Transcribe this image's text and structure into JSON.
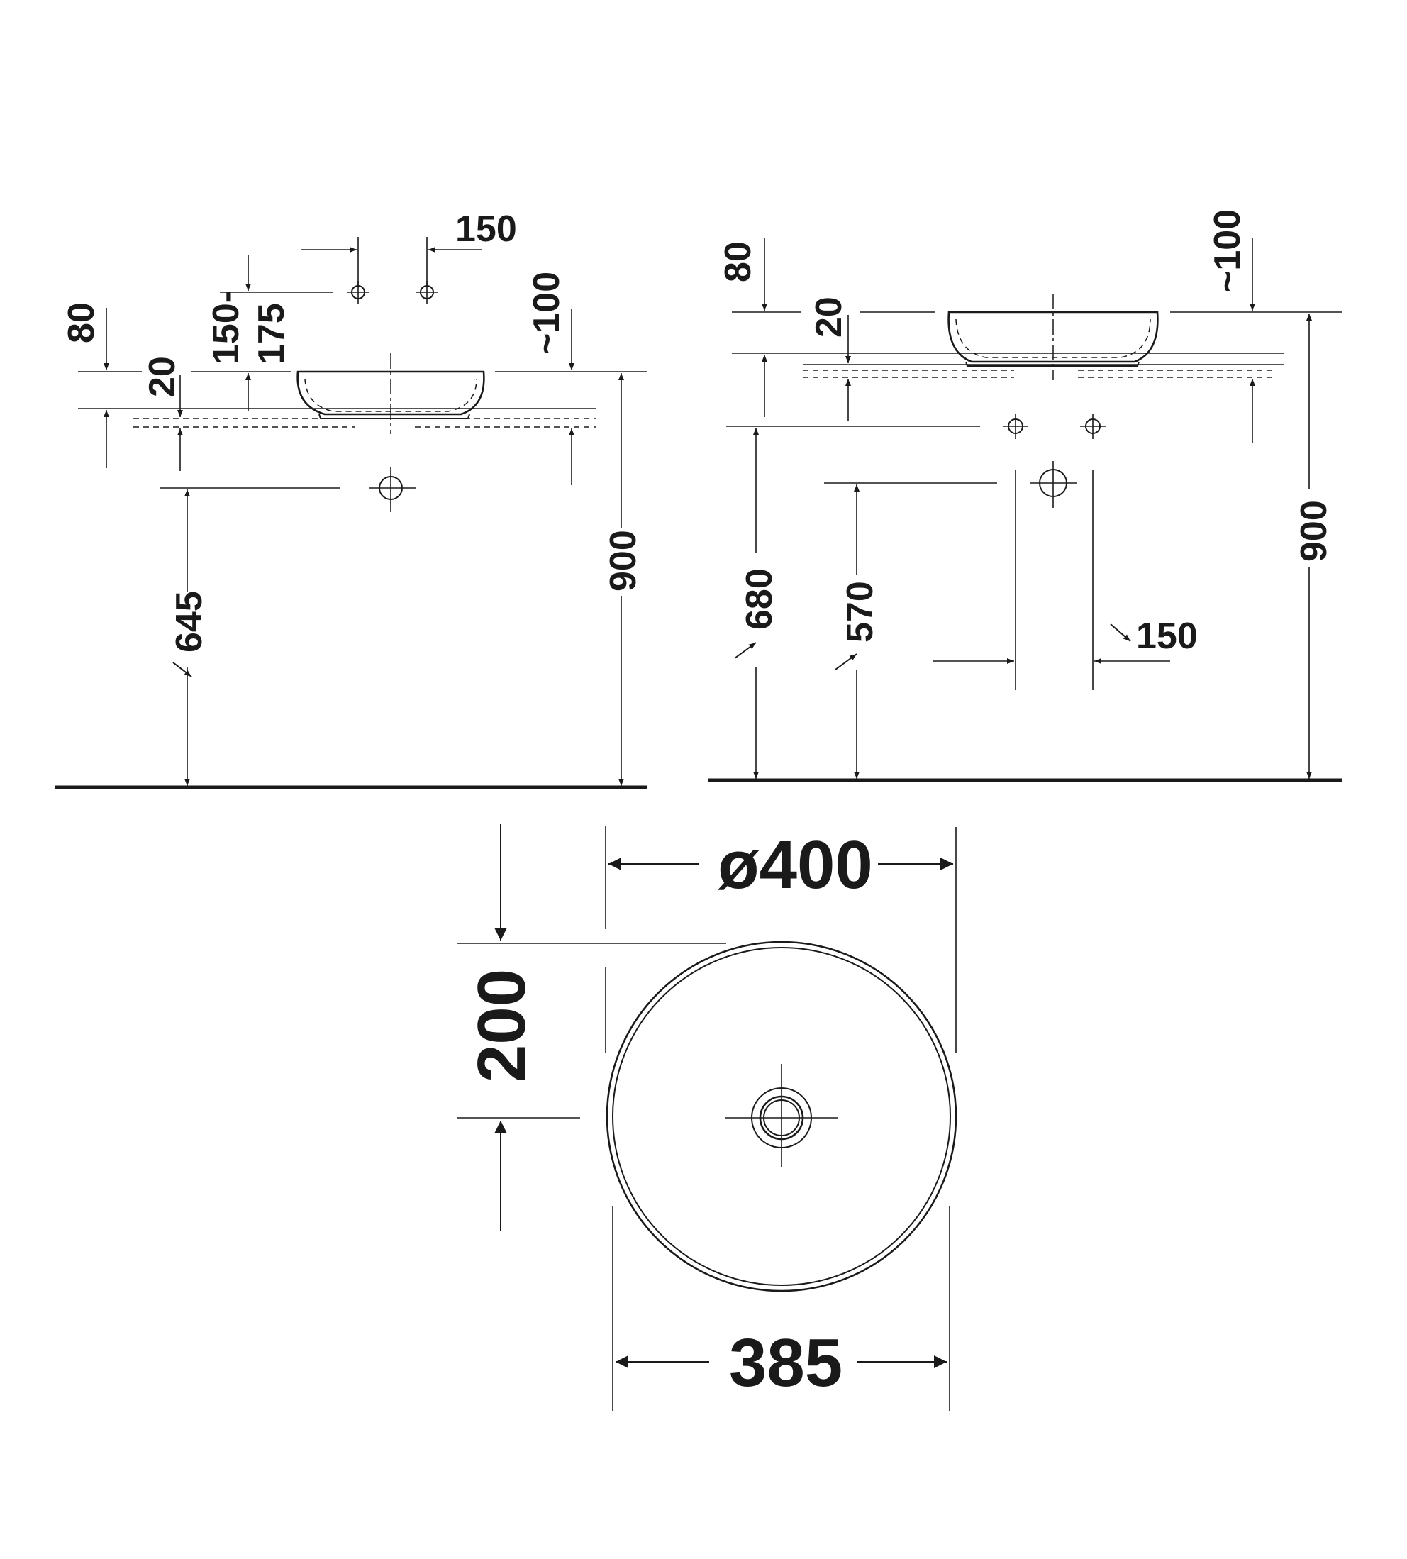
{
  "views": {
    "left_elevation": {
      "dim_80": "80",
      "dim_20": "20",
      "dim_150_175_top": "150-",
      "dim_150_175_bottom": "175",
      "dim_150": "150",
      "dim_100": "~100",
      "dim_645": "645",
      "dim_900": "900"
    },
    "right_elevation": {
      "dim_80": "80",
      "dim_20": "20",
      "dim_100": "~100",
      "dim_680": "680",
      "dim_570": "570",
      "dim_150": "150",
      "dim_900": "900"
    },
    "plan": {
      "dim_diameter": "ø400",
      "dim_200": "200",
      "dim_385": "385"
    }
  }
}
